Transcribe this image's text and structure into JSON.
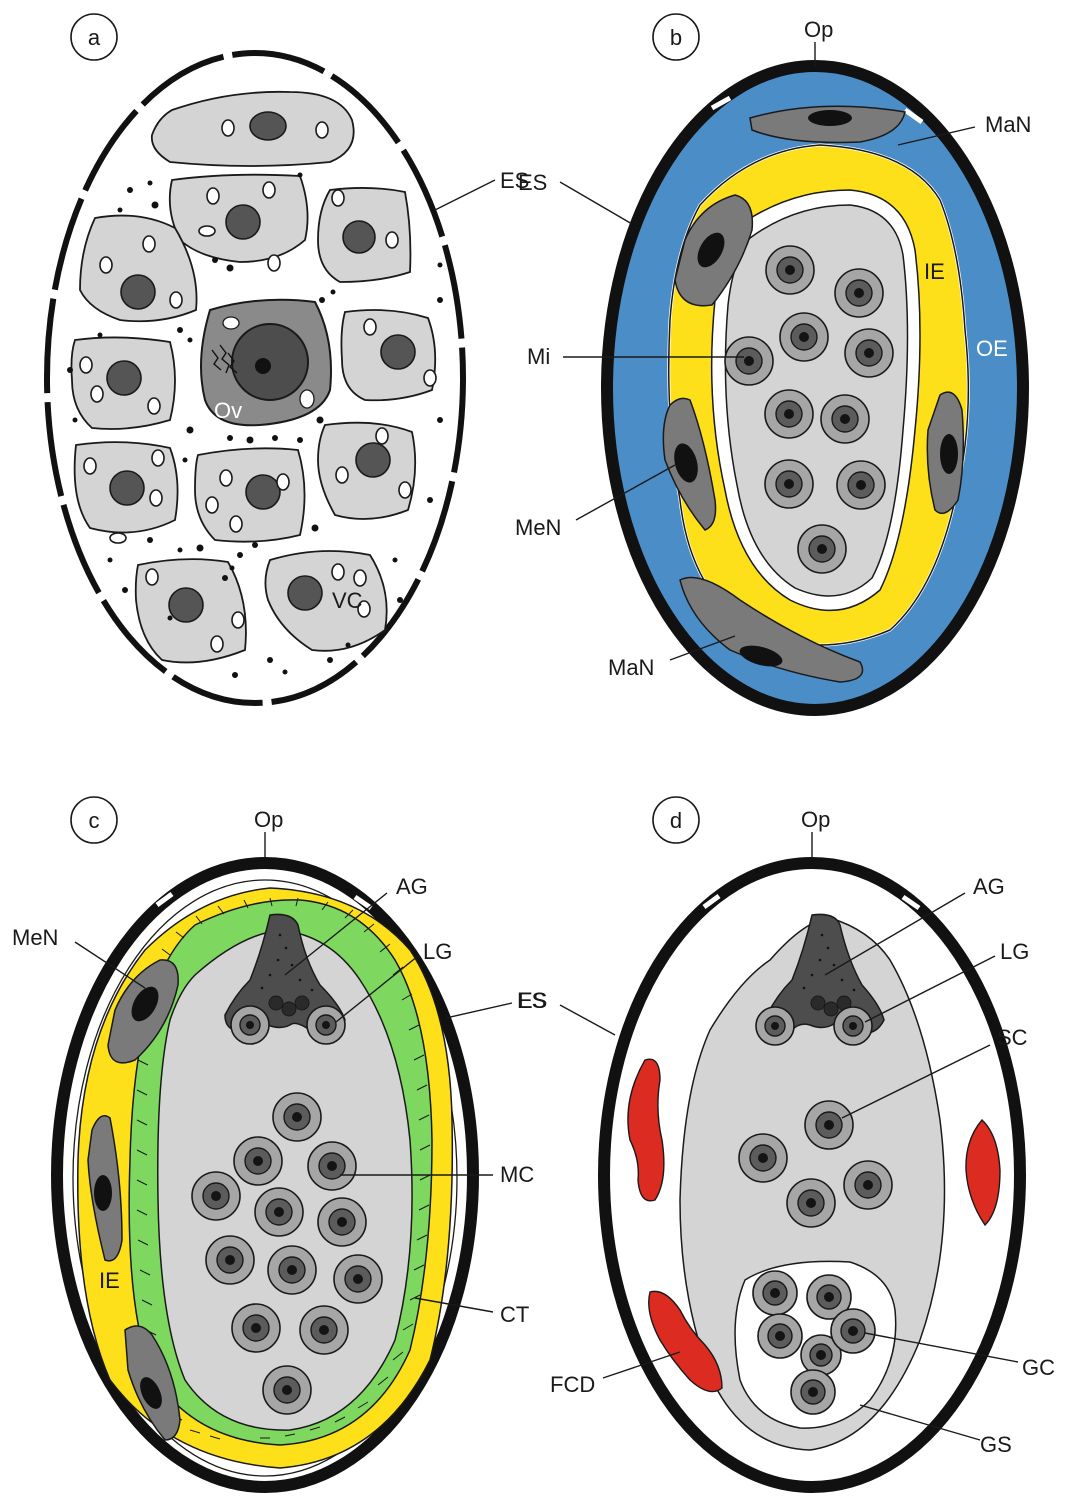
{
  "panels": [
    {
      "id": "a",
      "label": "a",
      "annotations": {
        "es": "ES",
        "ov": "Ov",
        "vc": "VC"
      }
    },
    {
      "id": "b",
      "label": "b",
      "annotations": {
        "op": "Op",
        "man_top": "MaN",
        "es": "ES",
        "ie": "IE",
        "oe": "OE",
        "mi": "Mi",
        "men": "MeN",
        "man_bottom": "MaN"
      }
    },
    {
      "id": "c",
      "label": "c",
      "annotations": {
        "op": "Op",
        "ag": "AG",
        "men": "MeN",
        "lg": "LG",
        "es": "ES",
        "mc": "MC",
        "ie": "IE",
        "ct": "CT"
      }
    },
    {
      "id": "d",
      "label": "d",
      "annotations": {
        "op": "Op",
        "ag": "AG",
        "lg": "LG",
        "es": "ES",
        "sc": "SC",
        "gc": "GC",
        "fcd": "FCD",
        "gs": "GS"
      }
    }
  ],
  "colors": {
    "outer_envelope": "#4a8dc7",
    "inner_envelope": "#fde019",
    "connective_tissue": "#7ed75f",
    "fcd": "#dc2b20",
    "cytoplasm": "#d4d4d4",
    "shell": "#111111"
  }
}
